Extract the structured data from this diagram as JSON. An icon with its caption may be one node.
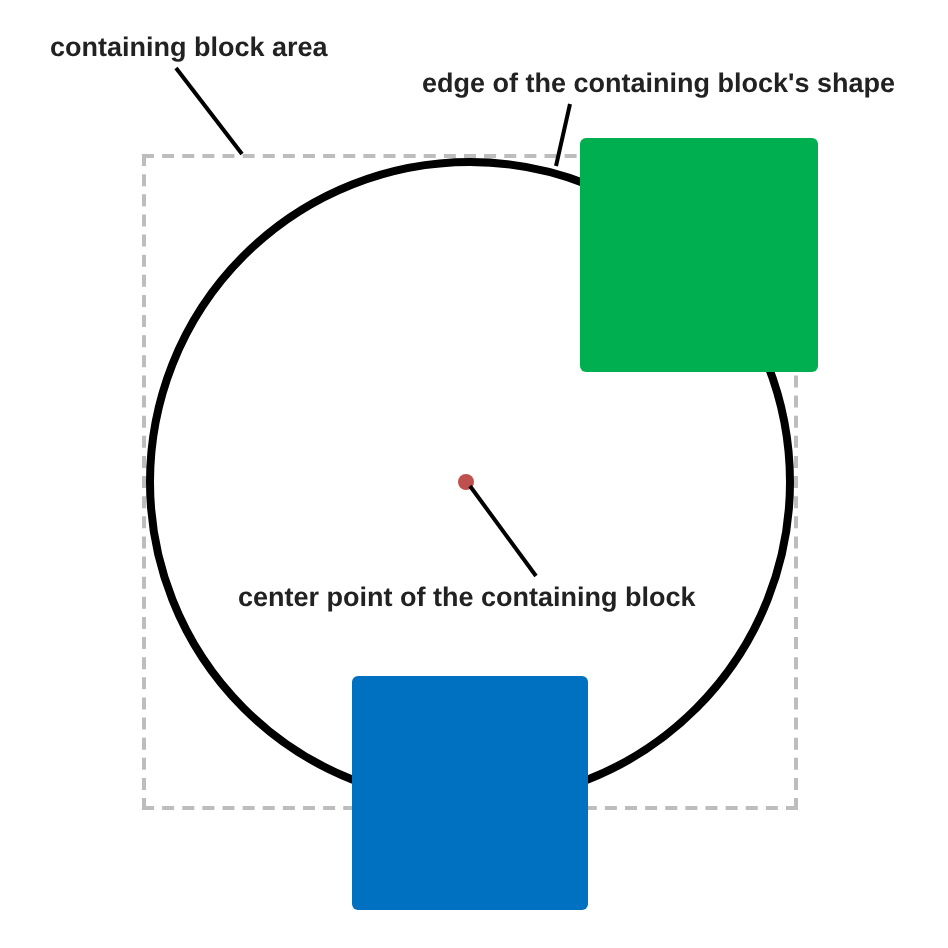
{
  "diagram": {
    "nodes": [
      {
        "text": [
          "containing block area"
        ]
      },
      {
        "text": [],
        "shape": "box"
      },
      {
        "text": [
          "edge of the containing block's shape"
        ]
      },
      {
        "text": [],
        "shape": "circle",
        "in": 1
      },
      {
        "text": [
          "center point of the containing block"
        ],
        "in": 3
      },
      {
        "text": [],
        "shape": "circle",
        "in": 3
      },
      {
        "text": [],
        "shape": "box"
      },
      {
        "text": [],
        "shape": "box"
      }
    ],
    "edges": [
      {
        "from": 0,
        "to": 1,
        "arrow": "none"
      },
      {
        "from": 2,
        "to": 3,
        "arrow": "none"
      },
      {
        "from": 4,
        "to": 5,
        "arrow": "none"
      }
    ]
  }
}
